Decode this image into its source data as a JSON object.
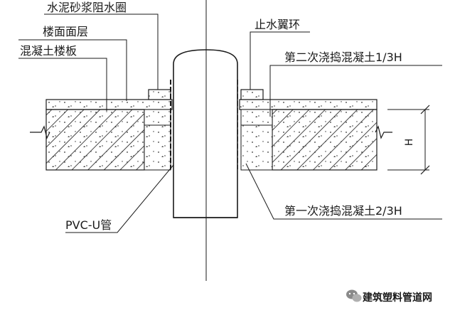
{
  "labels": {
    "mortar_ring": "水泥砂浆阻水圈",
    "floor_surface": "楼面面层",
    "concrete_slab": "混凝土楼板",
    "water_stop_ring": "止水翼环",
    "second_pour": "第二次浇捣混凝土1/3H",
    "first_pour": "第一次浇捣混凝土2/3H",
    "pvc_pipe": "PVC-U管",
    "dimension_h": "H"
  },
  "watermark": {
    "text": "建筑塑料管道网",
    "icon": "wechat-icon"
  },
  "colors": {
    "line": "#1a1a1a",
    "background": "#ffffff"
  }
}
